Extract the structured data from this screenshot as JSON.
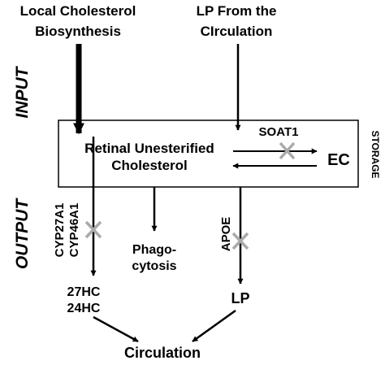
{
  "inputs": {
    "local_line1": "Local Cholesterol",
    "local_line2": "Biosynthesis",
    "lp_line1": "LP From the",
    "lp_line2": "CIrculation"
  },
  "side_labels": {
    "input": "INPUT",
    "output": "OUTPUT",
    "storage": "STORAGE"
  },
  "box": {
    "line1": "Retinal Unesterified",
    "line2": "Cholesterol"
  },
  "enzymes": {
    "soat1": "SOAT1",
    "ec": "EC",
    "cyp27a1": "CYP27A1",
    "cyp46a1": "CYP46A1",
    "apoe": "APOE"
  },
  "outputs": {
    "phago_line1": "Phago-",
    "phago_line2": "cytosis",
    "hc27": "27HC",
    "hc24": "24HC",
    "lp": "LP",
    "circulation": "Circulation"
  },
  "colors": {
    "line": "#000000",
    "inhibition_x": "#aaaaaa"
  }
}
